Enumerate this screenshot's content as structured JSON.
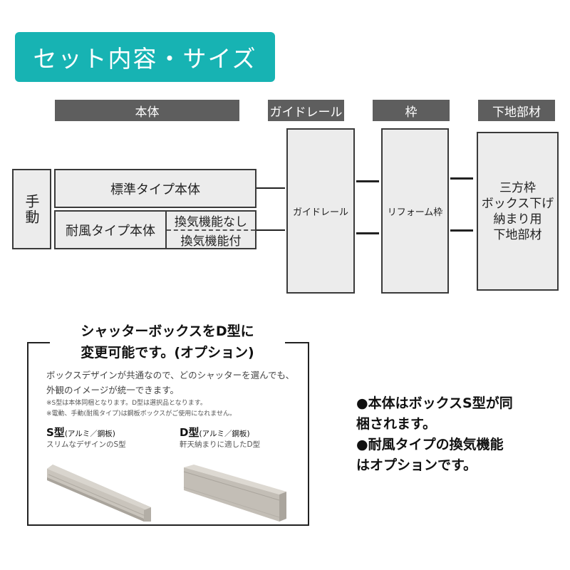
{
  "title": "セット内容・サイズ",
  "colors": {
    "title_bg": "#17b3b3",
    "header_bg": "#5e5e5e",
    "box_bg": "#ececec",
    "border": "#3a3a3a"
  },
  "column_headers": {
    "body": "本体",
    "guide_rail": "ガイドレール",
    "frame": "枠",
    "base_material": "下地部材"
  },
  "diagram": {
    "operation": "手動",
    "standard_body": "標準タイプ本体",
    "windproof_body": "耐風タイプ本体",
    "vent_none": "換気機能なし",
    "vent_with": "換気機能付",
    "guide_rail_box": "ガイドレール",
    "reform_frame_box": "リフォーム枠",
    "base_material_box": [
      "三方枠",
      "ボックス下げ",
      "納まり用",
      "下地部材"
    ]
  },
  "option": {
    "title_line1": "シャッターボックスをD型に",
    "title_line2": "変更可能です。(オプション)",
    "description_line1": "ボックスデザインが共通なので、どのシャッターを選んでも、",
    "description_line2": "外観のイメージが統一できます。",
    "note1": "※S型は本体同梱となります。D型は選択品となります。",
    "note2": "※電動、手動(耐風タイプ)は鋼板ボックスがご使用になれません。",
    "s_type": {
      "name": "S型",
      "material": "(アルミ／鋼板)",
      "desc": "スリムなデザインのS型"
    },
    "d_type": {
      "name": "D型",
      "material": "(アルミ／鋼板)",
      "desc": "軒天納まりに適したD型"
    }
  },
  "bullets": [
    "●本体はボックスS型が同",
    "梱されます。",
    "●耐風タイプの換気機能",
    "はオプションです。"
  ]
}
